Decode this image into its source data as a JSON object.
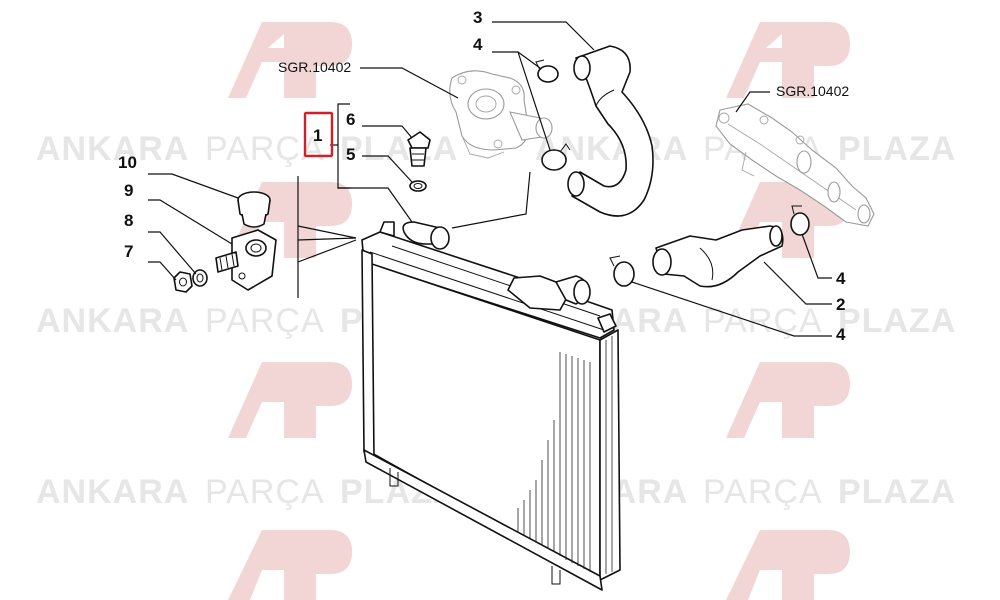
{
  "watermark": {
    "word1": "ANKARA",
    "word2": "PARÇA",
    "word3": "PLAZA",
    "logo_color": "#f2d6d6",
    "text_color": "#e6e6e6"
  },
  "highlight_color": "#d0202a",
  "references": {
    "thermostat_ref": "SGR.10402",
    "manifold_ref": "SGR.10402"
  },
  "callouts": {
    "c1": "1",
    "c2": "2",
    "c3": "3",
    "c4a": "4",
    "c4b": "4",
    "c4c": "4",
    "c5": "5",
    "c6": "6",
    "c7": "7",
    "c8": "8",
    "c9": "9",
    "c10": "10"
  }
}
